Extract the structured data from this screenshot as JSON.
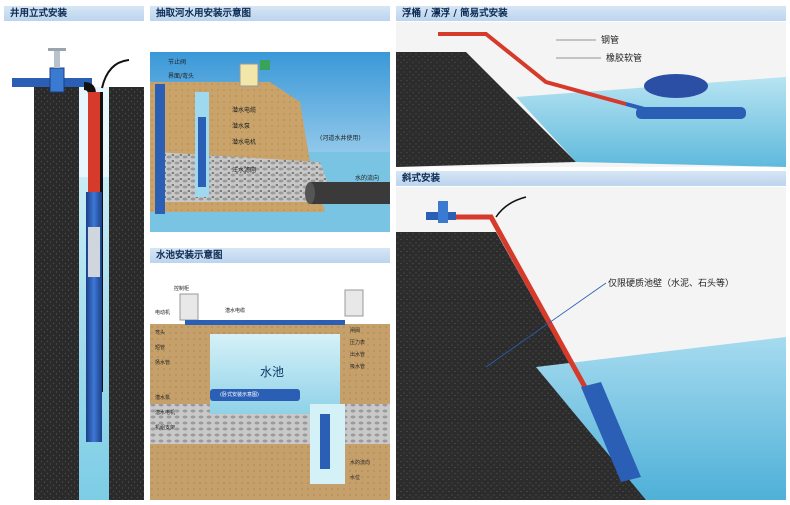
{
  "panels": {
    "well": {
      "title": "井用立式安装"
    },
    "river": {
      "title": "抽取河水用安装示意图",
      "labels": [
        "节止阀",
        "界面/弯头",
        "潜水电缆",
        "潜水泵",
        "潜水电机",
        "汪水滤网",
        "(河道水井使用)",
        "水的流向"
      ]
    },
    "pool": {
      "title": "水池安装示意图",
      "pool_name": "水池",
      "labels": [
        "控制柜",
        "电动机",
        "弯头",
        "短管",
        "扬水管",
        "潜水电缆",
        "潜水泵",
        "潜水电机",
        "机组支架",
        "闸阀",
        "压力表",
        "出水管",
        "吸水管",
        "水的流向",
        "水位",
        "(卧式安装示意图)"
      ]
    },
    "float": {
      "title": "浮桶 / 漂浮 / 简易式安装",
      "labels": {
        "steel": "钢管",
        "rubber": "橡胶软管"
      }
    },
    "incline": {
      "title": "斜式安装",
      "label": "仅限硬质池壁（水泥、石头等）"
    }
  },
  "colors": {
    "header_bg": "#c6dbf1",
    "header_text": "#0b2a52",
    "pump_blue": "#2a5fb5",
    "pipe_red": "#d63a2a",
    "water": "#8fd0e8",
    "rock": "#2c2c2c"
  }
}
